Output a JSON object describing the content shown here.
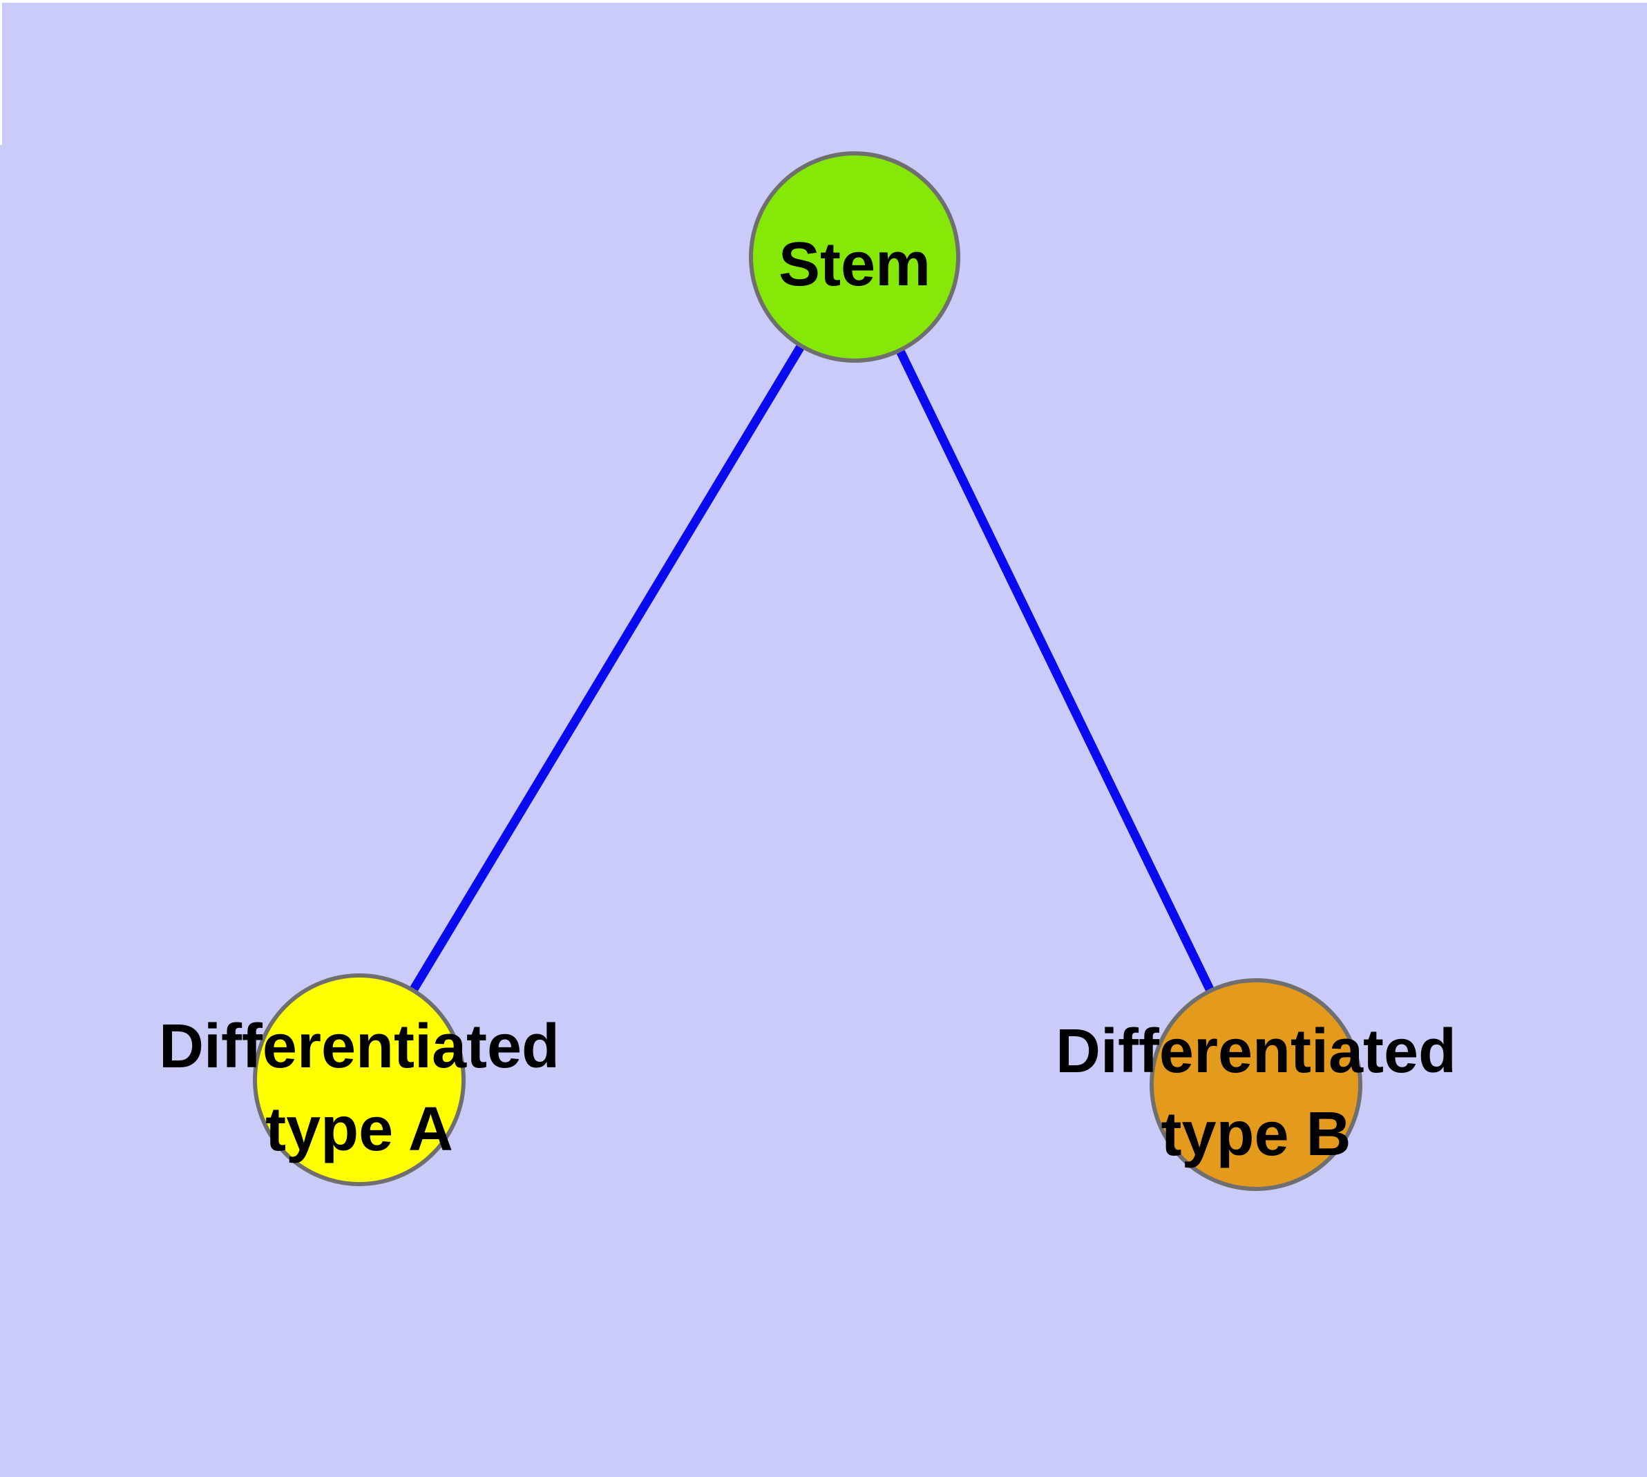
{
  "diagram": {
    "type": "node-link-diagram",
    "background_color": "#CBCBF9",
    "margin_color": "#FFFFFF",
    "edge_color": "#0A0AEE",
    "node_border_color": "#6F6F6F",
    "label_color": "#000000",
    "nodes": [
      {
        "id": "stem",
        "label": "Stem",
        "label_lines": [
          "Stem"
        ],
        "fill": "#86E806",
        "shape": "circle"
      },
      {
        "id": "differentiated-type-a",
        "label": "Differentiated type A",
        "label_lines": [
          "Differentiated",
          "type A"
        ],
        "fill": "#FFFF00",
        "shape": "circle"
      },
      {
        "id": "differentiated-type-b",
        "label": "Differentiated type B",
        "label_lines": [
          "Differentiated",
          "type B"
        ],
        "fill": "#E49B1D",
        "shape": "circle"
      }
    ],
    "edges": [
      {
        "from": "Stem",
        "to": "Differentiated type A"
      },
      {
        "from": "Stem",
        "to": "Differentiated type B"
      }
    ]
  }
}
